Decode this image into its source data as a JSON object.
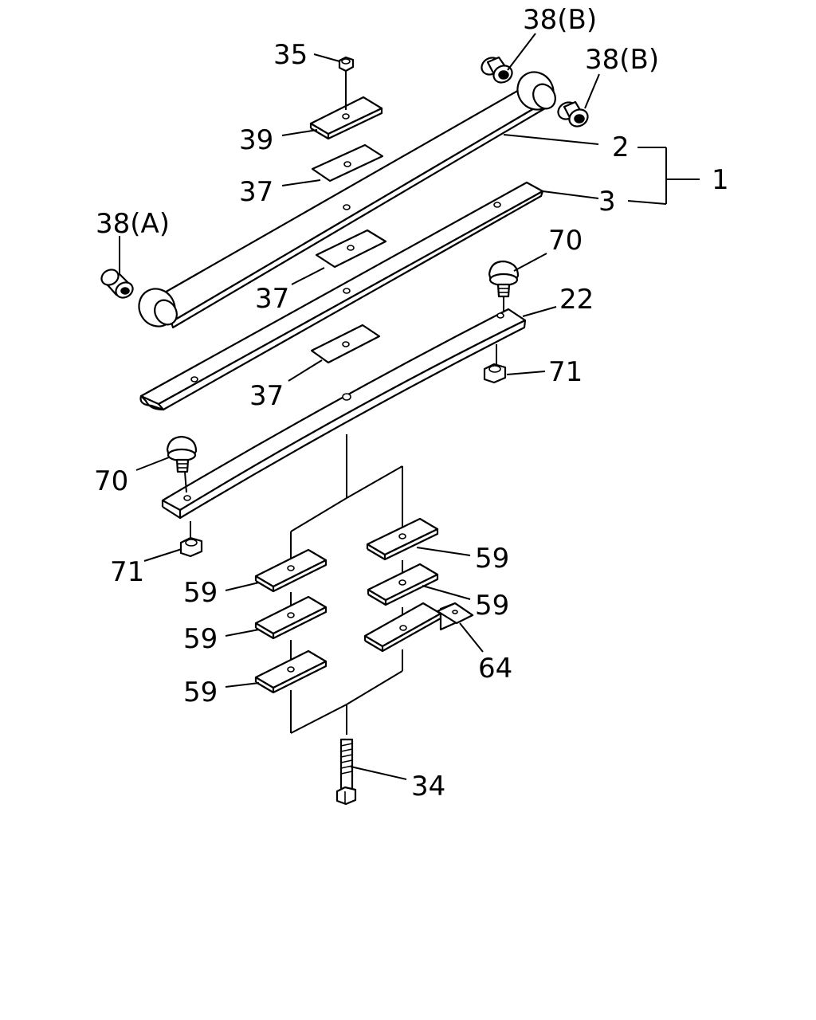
{
  "labels": {
    "l38b_top": "38(B)",
    "l38b_right": "38(B)",
    "l35": "35",
    "l39": "39",
    "l37_a": "37",
    "l2": "2",
    "l1": "1",
    "l3": "3",
    "l38a": "38(A)",
    "l70_right": "70",
    "l37_b": "37",
    "l22": "22",
    "l71_right": "71",
    "l37_c": "37",
    "l70_left": "70",
    "l71_left": "71",
    "l59_r1": "59",
    "l59_l1": "59",
    "l59_r2": "59",
    "l59_l2": "59",
    "l64": "64",
    "l59_l3": "59",
    "l34": "34"
  },
  "colors": {
    "line": "#000000",
    "background": "#ffffff"
  }
}
